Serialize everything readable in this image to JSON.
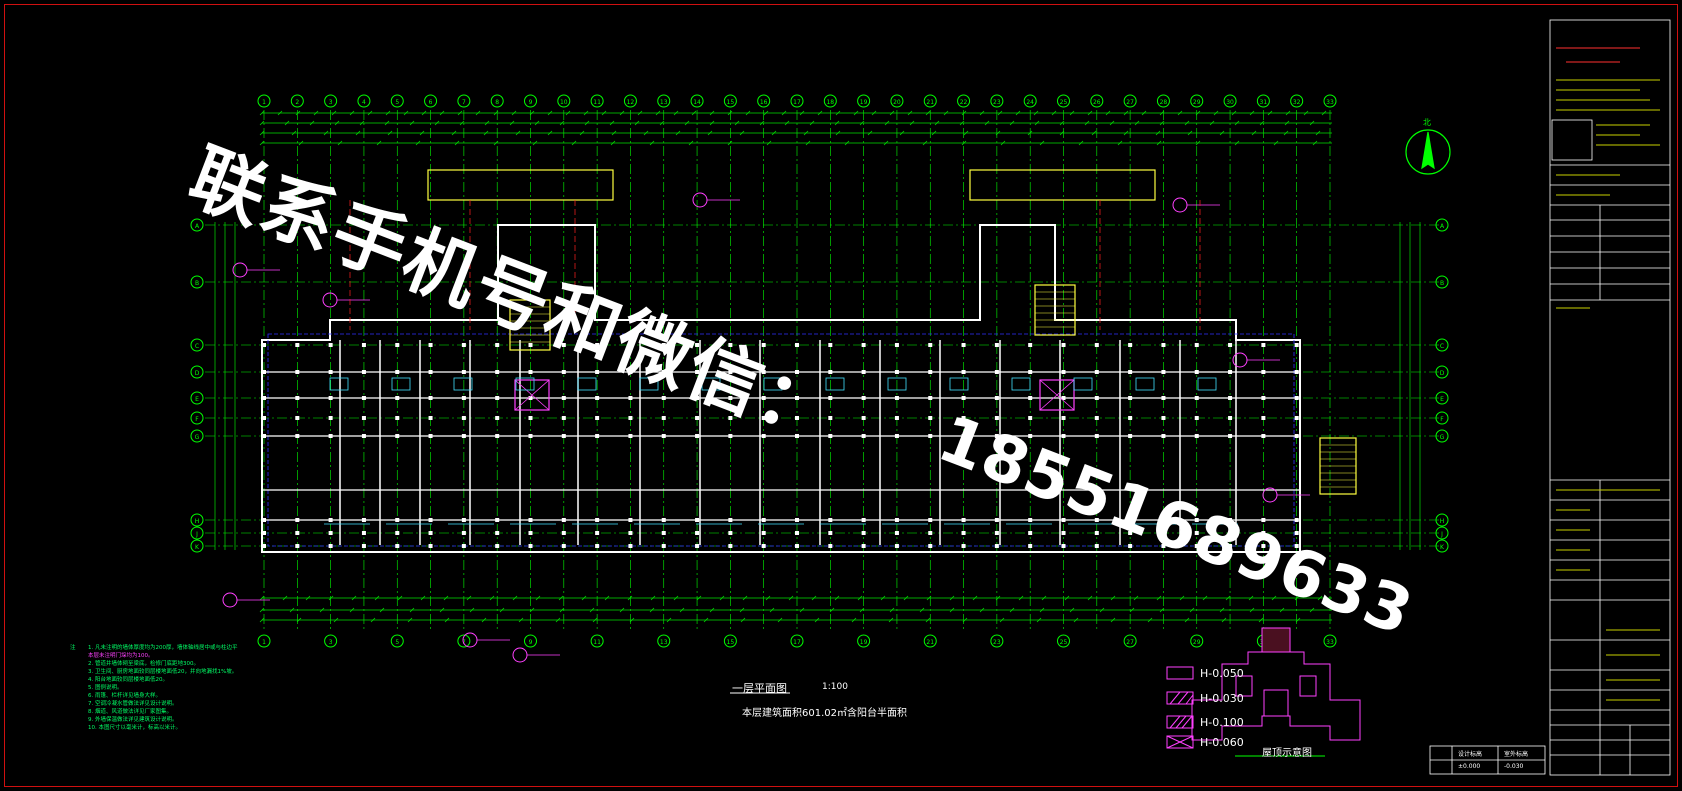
{
  "drawing": {
    "title": "一层平面图",
    "scale": "1:100",
    "area_note": "本层建筑面积601.02㎡含阳台半面积",
    "key_plan_title": "屋顶示意图",
    "north_label": "北"
  },
  "grid_numbers_top": [
    "1",
    "2",
    "3",
    "4",
    "5",
    "6",
    "7",
    "8",
    "9",
    "10",
    "11",
    "12",
    "13",
    "14",
    "15",
    "16",
    "17",
    "18",
    "19",
    "20",
    "21",
    "22",
    "23",
    "24",
    "25",
    "26",
    "27",
    "28",
    "29",
    "30",
    "31",
    "32",
    "33"
  ],
  "grid_letters_side": [
    "A",
    "B",
    "C",
    "D",
    "E",
    "F",
    "G",
    "H",
    "J",
    "K"
  ],
  "legend": [
    {
      "label": "H-0.050",
      "pattern": "plain"
    },
    {
      "label": "H-0.030",
      "pattern": "hatch"
    },
    {
      "label": "H-0.100",
      "pattern": "hatch2"
    },
    {
      "label": "H-0.060",
      "pattern": "cross"
    }
  ],
  "notes_header": "注",
  "notes": [
    "1. 凡未注明的墙体厚度均为200厚，墙体轴线居中或与柱边平",
    "   本层未注明门垛均为100。",
    "2. 管道井墙体砌至梁底，检修门底距地300。",
    "3. 卫生间、厨房地面较同层楼地面低20，并向地漏找1%坡。",
    "4. 阳台地面较同层楼地面低20。",
    "5. 图例说明。",
    "6. 雨篷、栏杆详见墙身大样。",
    "7. 空调冷凝水管做法详见设计说明。",
    "8. 烟道、风道做法详见厂家图集。",
    "9. 外墙保温做法详见建筑设计说明。",
    "10. 本图尺寸以毫米计，标高以米计。"
  ],
  "watermark": {
    "chinese": "联系手机号和微信：",
    "number": "18551689633"
  },
  "elevation_table": {
    "header": [
      "",
      "设计标高",
      "室外标高"
    ],
    "rows": [
      [
        "",
        "±0.000",
        "-0.030"
      ]
    ]
  },
  "colors": {
    "background": "#000000",
    "frame": "#d01010",
    "grid": "#00ff00",
    "walls": "#ffffff",
    "dims": "#00e000",
    "annotations": "#ff40ff",
    "aux": "#3030ff",
    "title_block": "#c8d000"
  }
}
